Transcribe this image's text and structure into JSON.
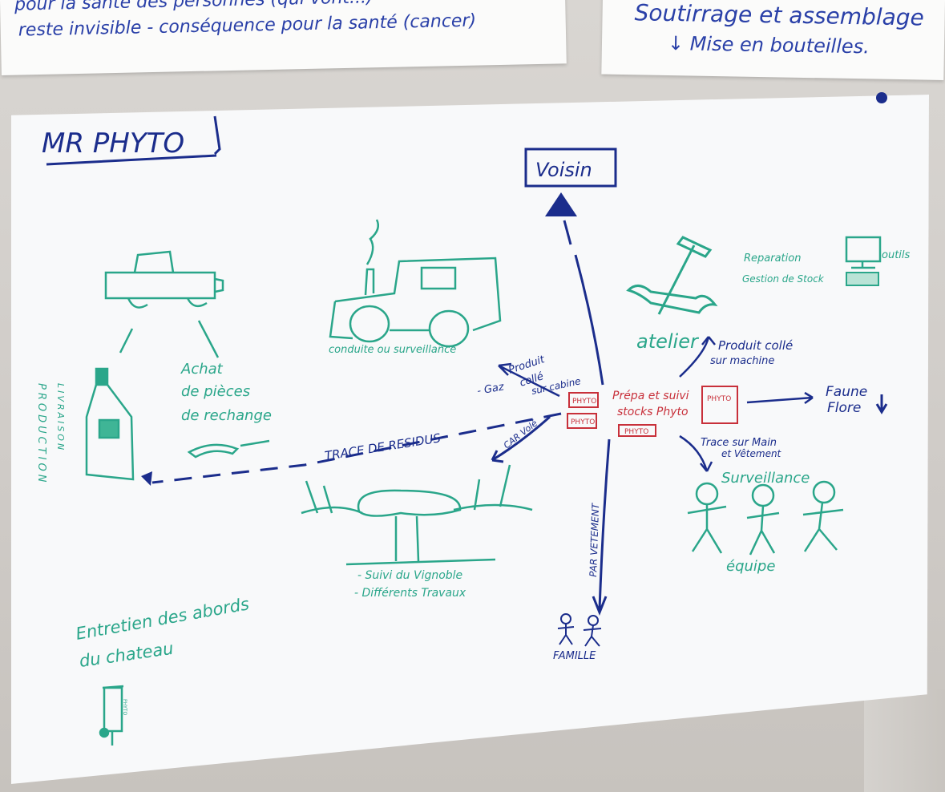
{
  "top_notes": {
    "left_line1": "pour la santé des personnes (qui vont...)",
    "left_line2": "reste invisible - conséquence pour la santé (cancer)",
    "right_line1": "Soutirrage et assemblage",
    "right_line2": "↓ Mise en bouteilles."
  },
  "poster": {
    "title": "MR PHYTO",
    "voisin": "Voisin",
    "tractor_caption": "conduite ou surveillance",
    "atelier": "atelier",
    "reparation": "Reparation",
    "gestion_stock": "Gestion de Stock",
    "outils": "outils",
    "produit_colle_machine_1": "Produit collé",
    "produit_colle_machine_2": "sur machine",
    "produit_colle_cabine_1": "Produit",
    "produit_colle_cabine_2": "collé",
    "produit_colle_cabine_3": "sur cabine",
    "gaz": "- Gaz",
    "center_1": "Prépa et suivi",
    "center_2": "stocks Phyto",
    "phyto_1": "PHYTO",
    "phyto_2": "PHYTO",
    "phyto_3": "PHYTO",
    "phyto_4": "PHYTO",
    "faune": "Faune",
    "flore": "Flore",
    "trace_mains_1": "Trace sur Main",
    "trace_mains_2": "et Vêtement",
    "surveillance": "Surveillance",
    "equipe": "équipe",
    "trace_residus": "TRACE DE RESIDUS",
    "car_vole": "CAR Volé",
    "par_vetement": "PAR VETEMENT",
    "famille": "FAMILLE",
    "production": "PRODUCTION",
    "livraison": "LIVRAISON",
    "achat_1": "Achat",
    "achat_2": "de pièces",
    "achat_3": "de rechange",
    "vigne_1": "- Suivi du Vignoble",
    "vigne_2": "- Différents Travaux",
    "entretien_1": "Entretien des abords",
    "entretien_2": "du chateau",
    "panneau": "PHYTO"
  },
  "colors": {
    "navy": "#1b2d8c",
    "teal": "#2aa68a",
    "red": "#c8303a",
    "paper": "#f8f9fa"
  }
}
